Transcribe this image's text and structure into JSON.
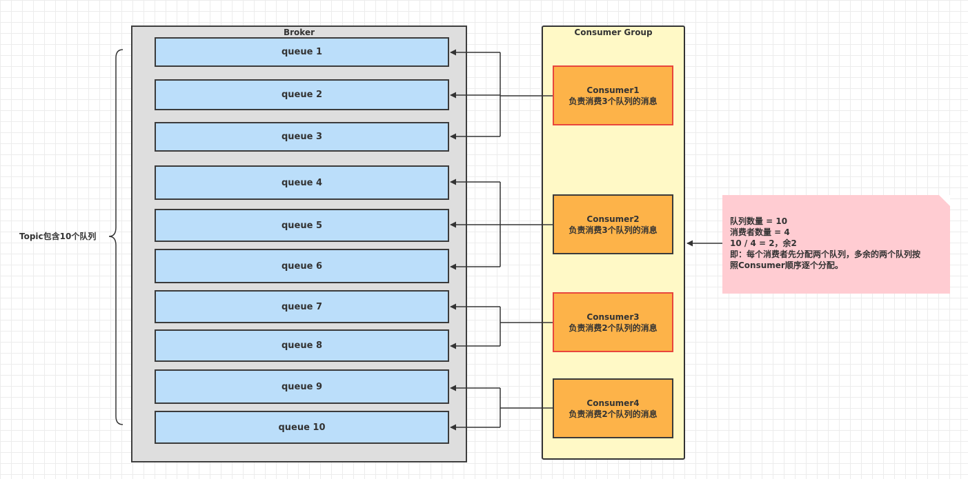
{
  "topic_label": "Topic包含10个队列",
  "broker": {
    "title": "Broker",
    "queues": [
      "queue 1",
      "queue 2",
      "queue 3",
      "queue 4",
      "queue 5",
      "queue 6",
      "queue 7",
      "queue 8",
      "queue 9",
      "queue 10"
    ]
  },
  "consumer_group": {
    "title": "Consumer Group",
    "consumers": [
      {
        "name": "Consumer1",
        "desc": "负责消费3个队列的消息"
      },
      {
        "name": "Consumer2",
        "desc": "负责消费3个队列的消息"
      },
      {
        "name": "Consumer3",
        "desc": "负责消费2个队列的消息"
      },
      {
        "name": "Consumer4",
        "desc": "负责消费2个队列的消息"
      }
    ]
  },
  "note": {
    "lines": [
      "队列数量 = 10",
      "消费者数量 = 4",
      "10 / 4 = 2，余2",
      "即：每个消费者先分配两个队列，多余的两个队列按",
      "照Consumer顺序逐个分配。"
    ]
  },
  "colors": {
    "broker_bg": "#dedede",
    "queue_bg": "#bbdefa",
    "group_bg": "#fff9c6",
    "consumer_bg": "#fdb349",
    "consumer_red_border": "#e8453c",
    "note_bg": "#ffccd2"
  }
}
